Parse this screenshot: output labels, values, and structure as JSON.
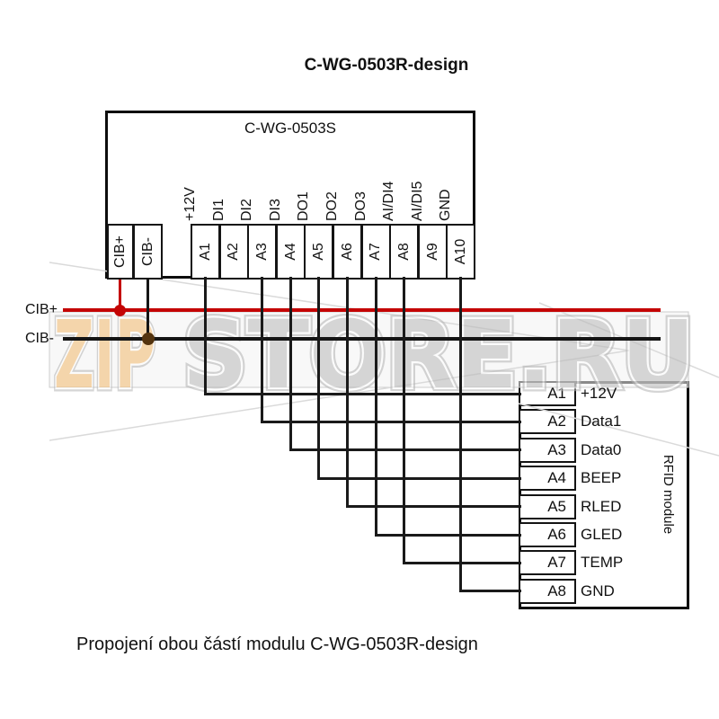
{
  "page_title": "C-WG-0503R-design",
  "main_module": {
    "name": "C-WG-0503S",
    "cib_terminals": [
      {
        "terminal": "CIB+"
      },
      {
        "terminal": "CIB-"
      }
    ],
    "pins": [
      {
        "terminal": "A1",
        "signal": "+12V"
      },
      {
        "terminal": "A2",
        "signal": "DI1"
      },
      {
        "terminal": "A3",
        "signal": "DI2"
      },
      {
        "terminal": "A4",
        "signal": "DI3"
      },
      {
        "terminal": "A5",
        "signal": "DO1"
      },
      {
        "terminal": "A6",
        "signal": "DO2"
      },
      {
        "terminal": "A7",
        "signal": "DO3"
      },
      {
        "terminal": "A8",
        "signal": "AI/DI4"
      },
      {
        "terminal": "A9",
        "signal": "AI/DI5"
      },
      {
        "terminal": "A10",
        "signal": "GND"
      }
    ]
  },
  "bus_lines": [
    {
      "label": "CIB+",
      "color": "#c40404"
    },
    {
      "label": "CIB-",
      "color": "#151515"
    }
  ],
  "rfid_module": {
    "name": "RFID module",
    "pins": [
      {
        "terminal": "A1",
        "signal": "+12V"
      },
      {
        "terminal": "A2",
        "signal": "Data1"
      },
      {
        "terminal": "A3",
        "signal": "Data0"
      },
      {
        "terminal": "A4",
        "signal": "BEEP"
      },
      {
        "terminal": "A5",
        "signal": "RLED"
      },
      {
        "terminal": "A6",
        "signal": "GLED"
      },
      {
        "terminal": "A7",
        "signal": "TEMP"
      },
      {
        "terminal": "A8",
        "signal": "GND"
      }
    ]
  },
  "connections": [
    {
      "from": "A1",
      "to": "A1"
    },
    {
      "from": "A3",
      "to": "A2"
    },
    {
      "from": "A4",
      "to": "A3"
    },
    {
      "from": "A5",
      "to": "A4"
    },
    {
      "from": "A6",
      "to": "A5"
    },
    {
      "from": "A7",
      "to": "A6"
    },
    {
      "from": "A8",
      "to": "A7"
    },
    {
      "from": "A10",
      "to": "A8"
    }
  ],
  "watermark": {
    "part1": "ZIP",
    "part2": "STORE.RU"
  },
  "caption": "Propojení obou částí modulu C-WG-0503R-design",
  "colors": {
    "wire": "#1a1a1a",
    "cib_plus": "#c40404",
    "cib_minus": "#151515",
    "cib_minus_dot": "#53330e",
    "watermark_zip": "#f2b96e",
    "watermark_rest": "#b9b9b9"
  }
}
